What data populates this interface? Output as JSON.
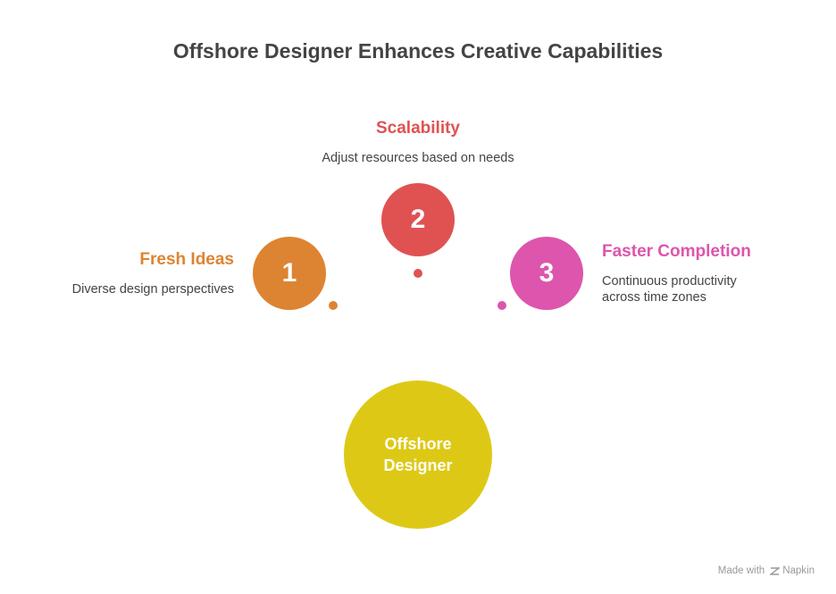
{
  "title": "Offshore Designer Enhances Creative Capabilities",
  "center": {
    "label": "Offshore Designer",
    "color": "#DDC915"
  },
  "items": [
    {
      "number": "1",
      "heading": "Fresh Ideas",
      "description": "Diverse design perspectives",
      "color": "#DD8432"
    },
    {
      "number": "2",
      "heading": "Scalability",
      "description": "Adjust resources based on needs",
      "color": "#E05252"
    },
    {
      "number": "3",
      "heading": "Faster Completion",
      "description": "Continuous productivity across time zones",
      "color": "#DD55AD"
    }
  ],
  "footer": {
    "made_with": "Made with",
    "brand": "Napkin"
  }
}
